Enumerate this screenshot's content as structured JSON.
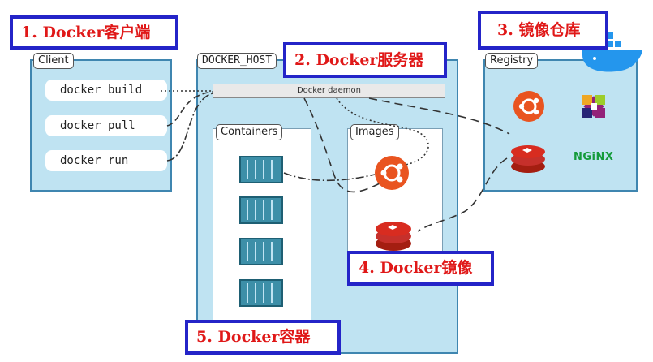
{
  "client": {
    "title": "Client",
    "commands": [
      "docker build",
      "docker pull",
      "docker run"
    ]
  },
  "host": {
    "title": "DOCKER_HOST",
    "daemon_label": "Docker daemon",
    "containers_title": "Containers",
    "images_title": "Images"
  },
  "registry": {
    "title": "Registry",
    "nginx_label": "NGiNX"
  },
  "callouts": {
    "client": "1. Docker客户端",
    "server": "2. Docker服务器",
    "registry": "3. 镜像仓库",
    "image": "4. Docker镜像",
    "container": "5. Docker容器"
  },
  "colors": {
    "panel_fill": "#bfe3f2",
    "panel_border": "#3f86b0",
    "callout_border": "#2424c8",
    "callout_text": "#e01818",
    "ubuntu": "#e95420",
    "redis": "#d82c20",
    "nginx": "#159b3b",
    "container": "#3d8fa8",
    "docker_whale": "#2496ed"
  },
  "icons": [
    "ubuntu-icon",
    "centos-icon",
    "redis-icon",
    "nginx-logo",
    "container-icon",
    "docker-whale-icon"
  ]
}
